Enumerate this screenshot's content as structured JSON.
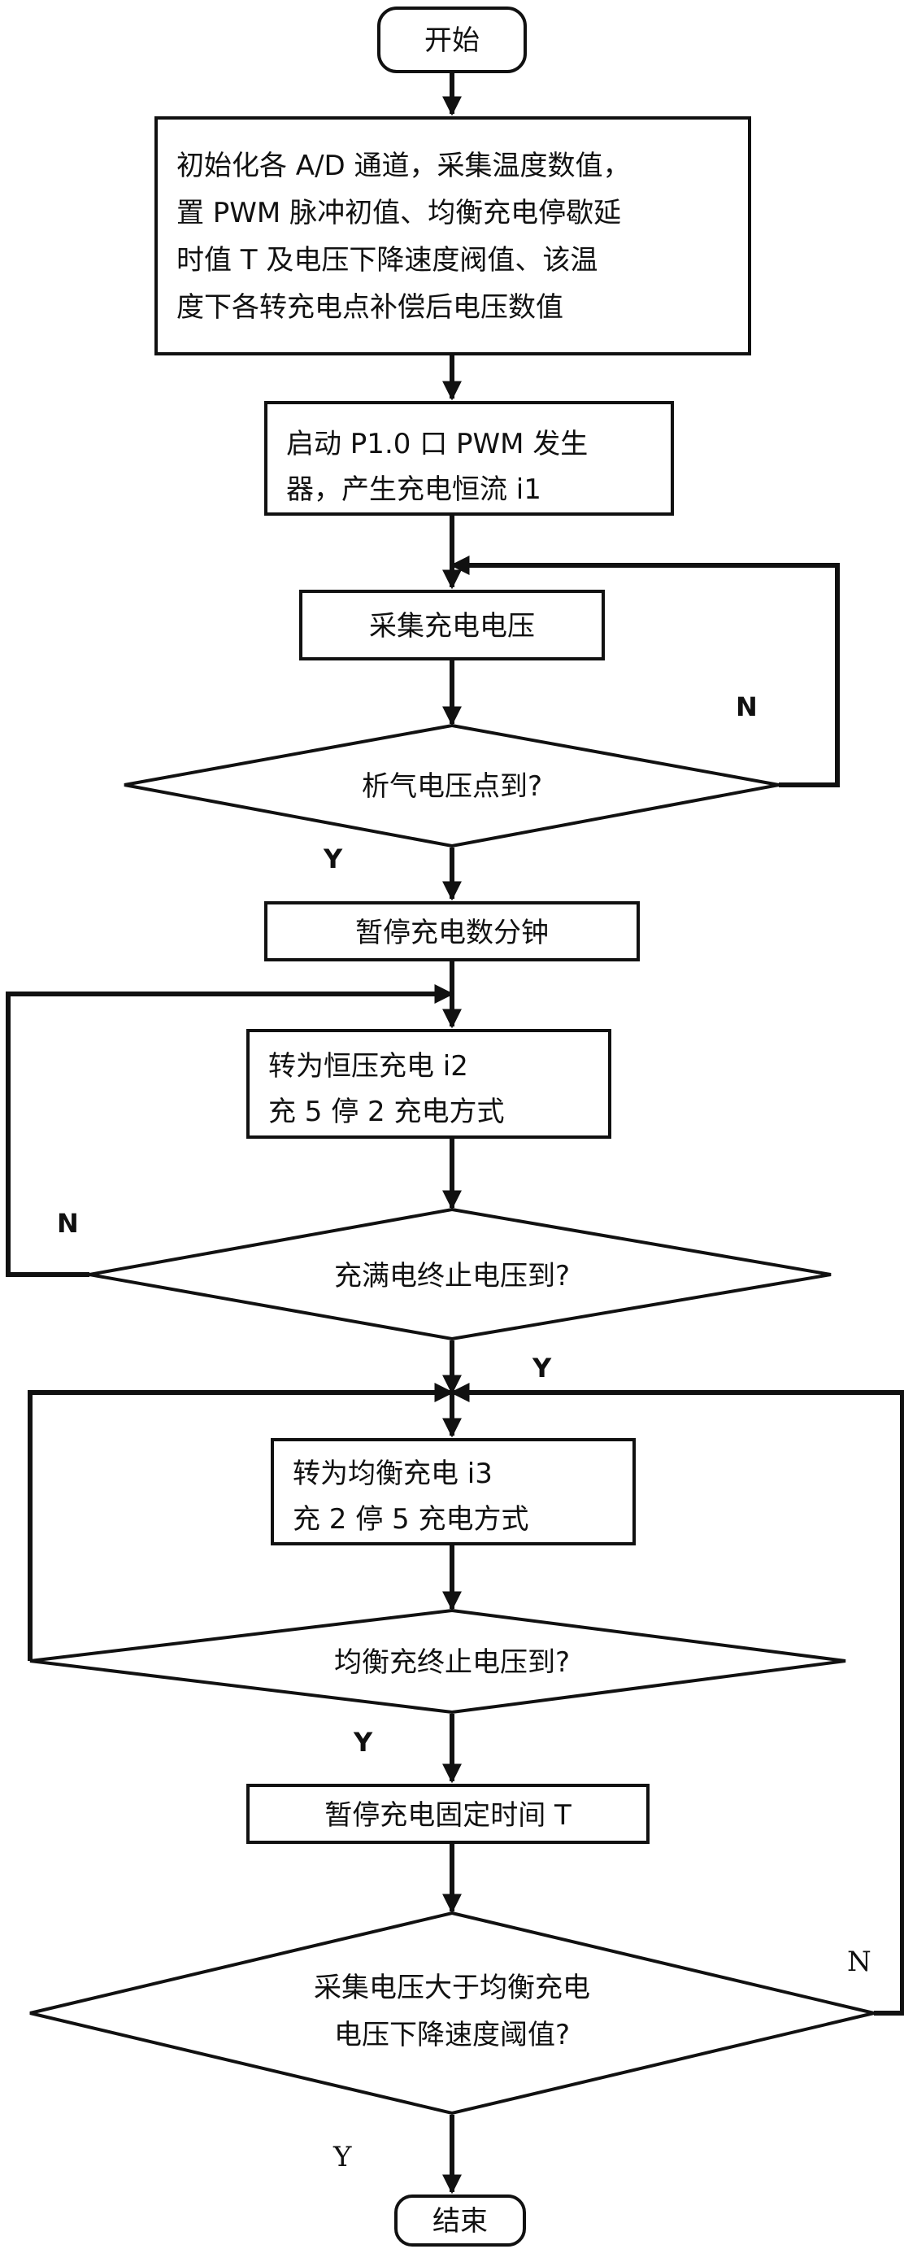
{
  "nodes": {
    "start": "开始",
    "init": [
      "初始化各 A/D 通道，采集温度数值，",
      "置 PWM 脉冲初值、均衡充电停歇延",
      "时值 T 及电压下降速度阀值、该温",
      "度下各转充电点补偿后电压数值"
    ],
    "pwm": [
      "启动 P1.0 口 PWM 发生",
      "器，产生充电恒流 i1"
    ],
    "sample_voltage": "采集充电电压",
    "gas_point": "析气电压点到?",
    "pause_minutes": "暂停充电数分钟",
    "const_voltage": [
      "转为恒压充电 i2",
      "充 5 停 2 充电方式"
    ],
    "full_voltage": "充满电终止电压到?",
    "balance_charge": [
      "转为均衡充电 i3",
      "充 2 停 5 充电方式"
    ],
    "balance_end": "均衡充终止电压到?",
    "pause_fixed": "暂停充电固定时间 T",
    "drop_check": [
      "采集电压大于均衡充电",
      "电压下降速度阈值?"
    ],
    "end": "结束"
  },
  "edge_labels": {
    "gas_no": "N",
    "gas_yes": "Y",
    "full_no": "N",
    "full_yes": "Y",
    "balance_yes": "Y",
    "drop_no": "N",
    "drop_yes": "Y"
  }
}
